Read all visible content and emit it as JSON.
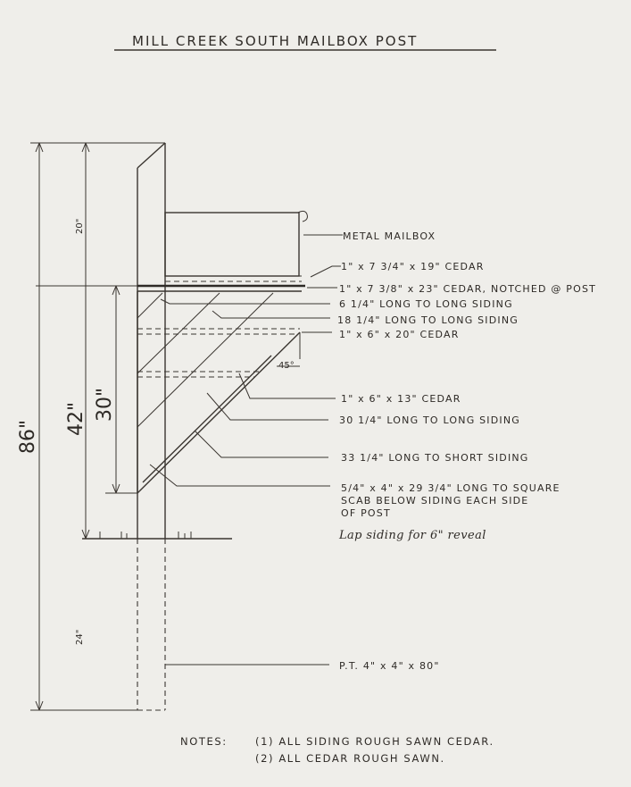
{
  "title": "MILL CREEK SOUTH MAILBOX POST",
  "dimensions": {
    "overall": "86\"",
    "above_ground": "42\"",
    "bracket_height": "30\"",
    "mailbox_height": "20\"",
    "buried": "24\"",
    "angle": "45°"
  },
  "callouts": [
    "METAL MAILBOX",
    "1\" x 7 3/4\" x 19\" CEDAR",
    "1\" x 7 3/8\" x 23\" CEDAR, NOTCHED @ POST",
    "6 1/4\" LONG TO LONG SIDING",
    "18 1/4\" LONG TO LONG SIDING",
    "1\" x 6\" x 20\" CEDAR",
    "1\" x 6\" x 13\" CEDAR",
    "30 1/4\" LONG TO LONG SIDING",
    "33 1/4\" LONG TO SHORT SIDING",
    "5/4\" x 4\" x 29 3/4\" LONG TO SQUARE",
    "SCAB BELOW SIDING EACH SIDE",
    "OF POST",
    "Lap siding for 6\" reveal",
    "P.T. 4\" x 4\" x 80\""
  ],
  "notes": {
    "heading": "NOTES:",
    "items": [
      "(1) ALL SIDING ROUGH SAWN CEDAR.",
      "(2) ALL CEDAR ROUGH SAWN."
    ]
  }
}
